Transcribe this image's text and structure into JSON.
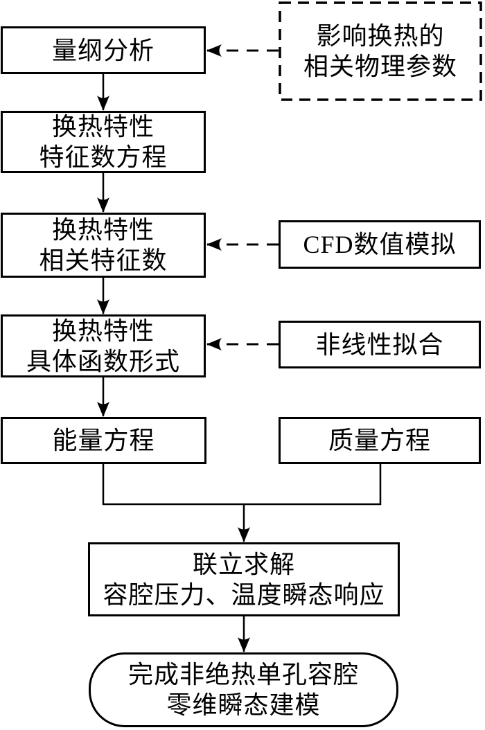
{
  "page": {
    "background": "#ffffff",
    "stroke_color": "#000000"
  },
  "nodes": {
    "dimensional_analysis": "量纲分析",
    "influencing_parameters": "影响换热的\n相关物理参数",
    "characteristic_number_equation": "换热特性\n特征数方程",
    "related_characteristic_numbers": "换热特性\n相关特征数",
    "cfd_simulation": "CFD数值模拟",
    "specific_function_form": "换热特性\n具体函数形式",
    "nonlinear_fitting": "非线性拟合",
    "energy_equation": "能量方程",
    "mass_equation": "质量方程",
    "simultaneous_solution": "联立求解\n容腔压力、温度瞬态响应",
    "final_model": "完成非绝热单孔容腔\n零维瞬态建模"
  },
  "edges": [
    {
      "from": "influencing-parameters",
      "to": "dimensional-analysis",
      "style": "dashed-arrow"
    },
    {
      "from": "dimensional-analysis",
      "to": "characteristic-number-equation",
      "style": "solid-arrow"
    },
    {
      "from": "characteristic-number-equation",
      "to": "related-characteristic-numbers",
      "style": "solid-arrow"
    },
    {
      "from": "cfd-simulation",
      "to": "related-characteristic-numbers",
      "style": "dashed-arrow"
    },
    {
      "from": "related-characteristic-numbers",
      "to": "specific-function-form",
      "style": "solid-arrow"
    },
    {
      "from": "nonlinear-fitting",
      "to": "specific-function-form",
      "style": "dashed-arrow"
    },
    {
      "from": "specific-function-form",
      "to": "energy-equation",
      "style": "solid-arrow"
    },
    {
      "from": "energy-equation",
      "to": "simultaneous-solution",
      "style": "solid-arrow-merged"
    },
    {
      "from": "mass-equation",
      "to": "simultaneous-solution",
      "style": "solid-arrow-merged"
    },
    {
      "from": "simultaneous-solution",
      "to": "final-model",
      "style": "solid-arrow"
    }
  ]
}
